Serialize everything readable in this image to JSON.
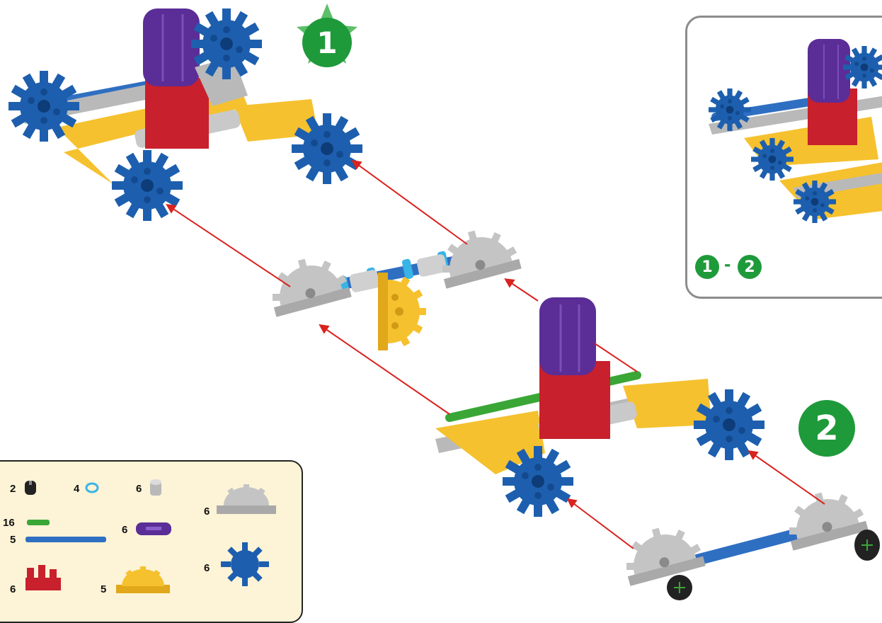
{
  "steps": {
    "step1_label": "1",
    "step2_label": "2",
    "inset_from": "1",
    "inset_dash": "-",
    "inset_to": "2"
  },
  "parts_list": {
    "items": [
      {
        "qty": "2",
        "icon": "black-connector-icon"
      },
      {
        "qty": "4",
        "icon": "blue-ring-icon"
      },
      {
        "qty": "6",
        "icon": "gray-spacer-icon"
      },
      {
        "qty": "6",
        "icon": "gray-half-gear-connector-icon"
      },
      {
        "qty": "16",
        "icon": "green-rod-icon"
      },
      {
        "qty": "5",
        "icon": "blue-rod-icon"
      },
      {
        "qty": "6",
        "icon": "purple-connector-icon"
      },
      {
        "qty": "6",
        "icon": "blue-gear-icon"
      },
      {
        "qty": "6",
        "icon": "red-bracket-icon"
      },
      {
        "qty": "5",
        "icon": "yellow-half-gear-icon"
      }
    ]
  },
  "colors": {
    "badge_green": "#1f9a3a",
    "arrow_red": "#d9231f",
    "gear_blue": "#1d5fae",
    "rod_blue": "#2f6fc2",
    "yellow": "#f5c12e",
    "red": "#c8202c",
    "purple": "#5b2d97",
    "gray": "#b9b9b9",
    "green": "#3aa635",
    "parts_bg": "#fdf3d6"
  }
}
